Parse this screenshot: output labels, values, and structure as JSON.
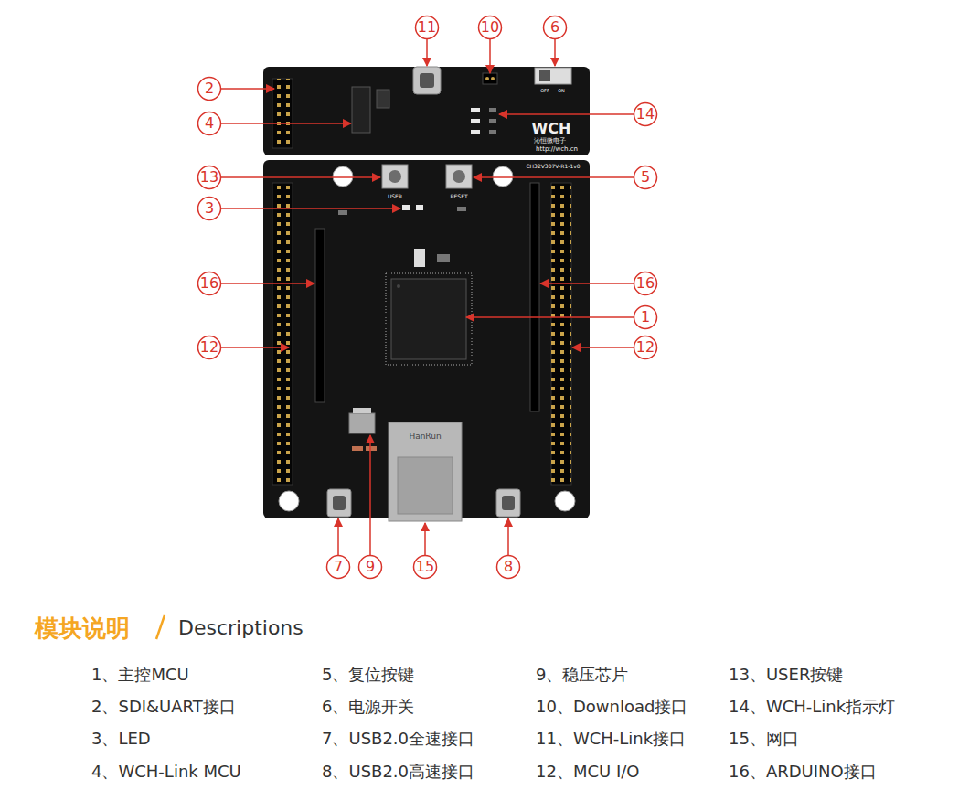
{
  "diagram": {
    "title": "模块说明",
    "labels": [
      "11",
      "10",
      "6",
      "2",
      "4",
      "14",
      "13",
      "5",
      "3",
      "16",
      "16",
      "1",
      "12",
      "12",
      "7",
      "9",
      "15",
      "8",
      "WCH",
      "沁恒微电子",
      "http://wch.cn",
      "CH32V307V-R1-1v0",
      "USER",
      "RESET",
      "OFF",
      "ON",
      "HanRun",
      "Descriptions",
      "1、主控MCU",
      "5、复位按键",
      "9、稳压芯片",
      "13、USER按键",
      "2、SDI&UART接口",
      "6、电源开关",
      "10、Download接口",
      "14、WCH-Link指示灯",
      "3、LED",
      "7、USB2.0全速接口",
      "11、WCH-Link接口",
      "15、网口",
      "4、WCH-Link MCU",
      "8、USB2.0高速接口",
      "12、MCU I/O",
      "16、ARDUINO接口"
    ]
  }
}
